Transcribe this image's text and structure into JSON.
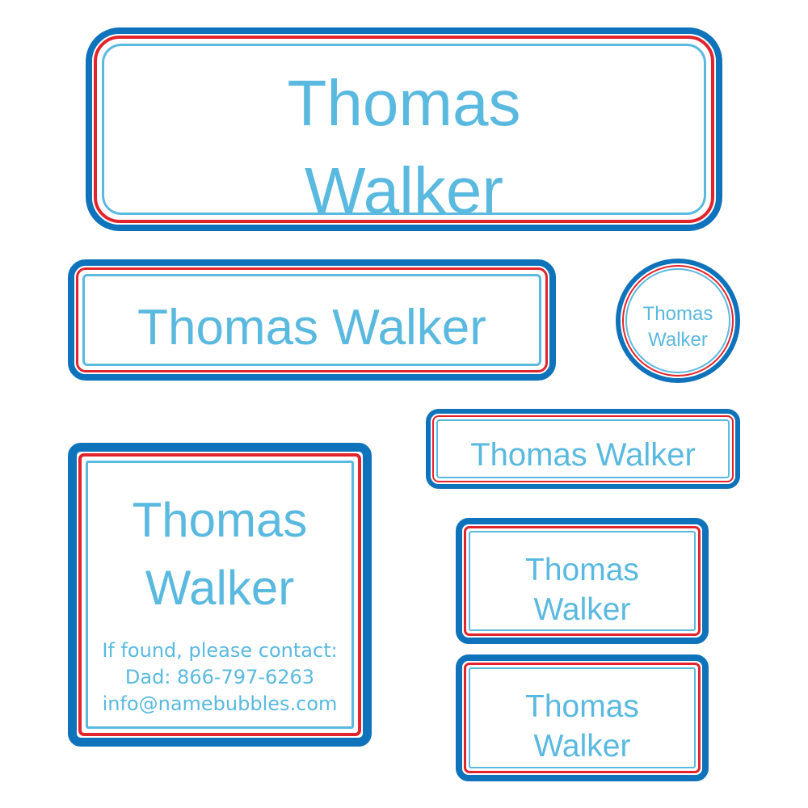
{
  "colors": {
    "outer_border": "#0f73bb",
    "red_stripe": "#e2242c",
    "inner_border": "#5ab9df",
    "text": "#5ab9df",
    "background": "#ffffff"
  },
  "labels": [
    {
      "line1": "Thomas",
      "line2": "Walker"
    },
    {
      "text": "Thomas Walker"
    },
    {
      "line1": "Thomas",
      "line2": "Walker"
    },
    {
      "text": "Thomas Walker"
    },
    {
      "line1": "Thomas",
      "line2": "Walker",
      "contact": [
        "If found, please contact:",
        "Dad: 866-797-6263",
        "info@namebubbles.com"
      ]
    },
    {
      "line1": "Thomas",
      "line2": "Walker"
    },
    {
      "line1": "Thomas",
      "line2": "Walker"
    }
  ]
}
